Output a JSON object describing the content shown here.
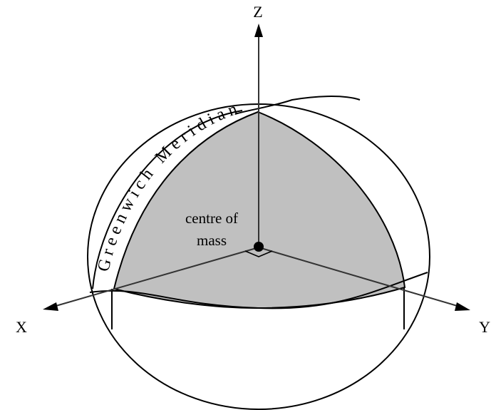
{
  "axes": {
    "z_label": "Z",
    "x_label": "X",
    "y_label": "Y"
  },
  "labels": {
    "greenwich_meridian": "Greenwich Meridian",
    "centre_of_mass_line1": "centre of",
    "centre_of_mass_line2": "mass"
  },
  "colors": {
    "octant_fill": "#c0c0c0",
    "line": "#000000",
    "axis": "#333333",
    "background": "#ffffff"
  }
}
